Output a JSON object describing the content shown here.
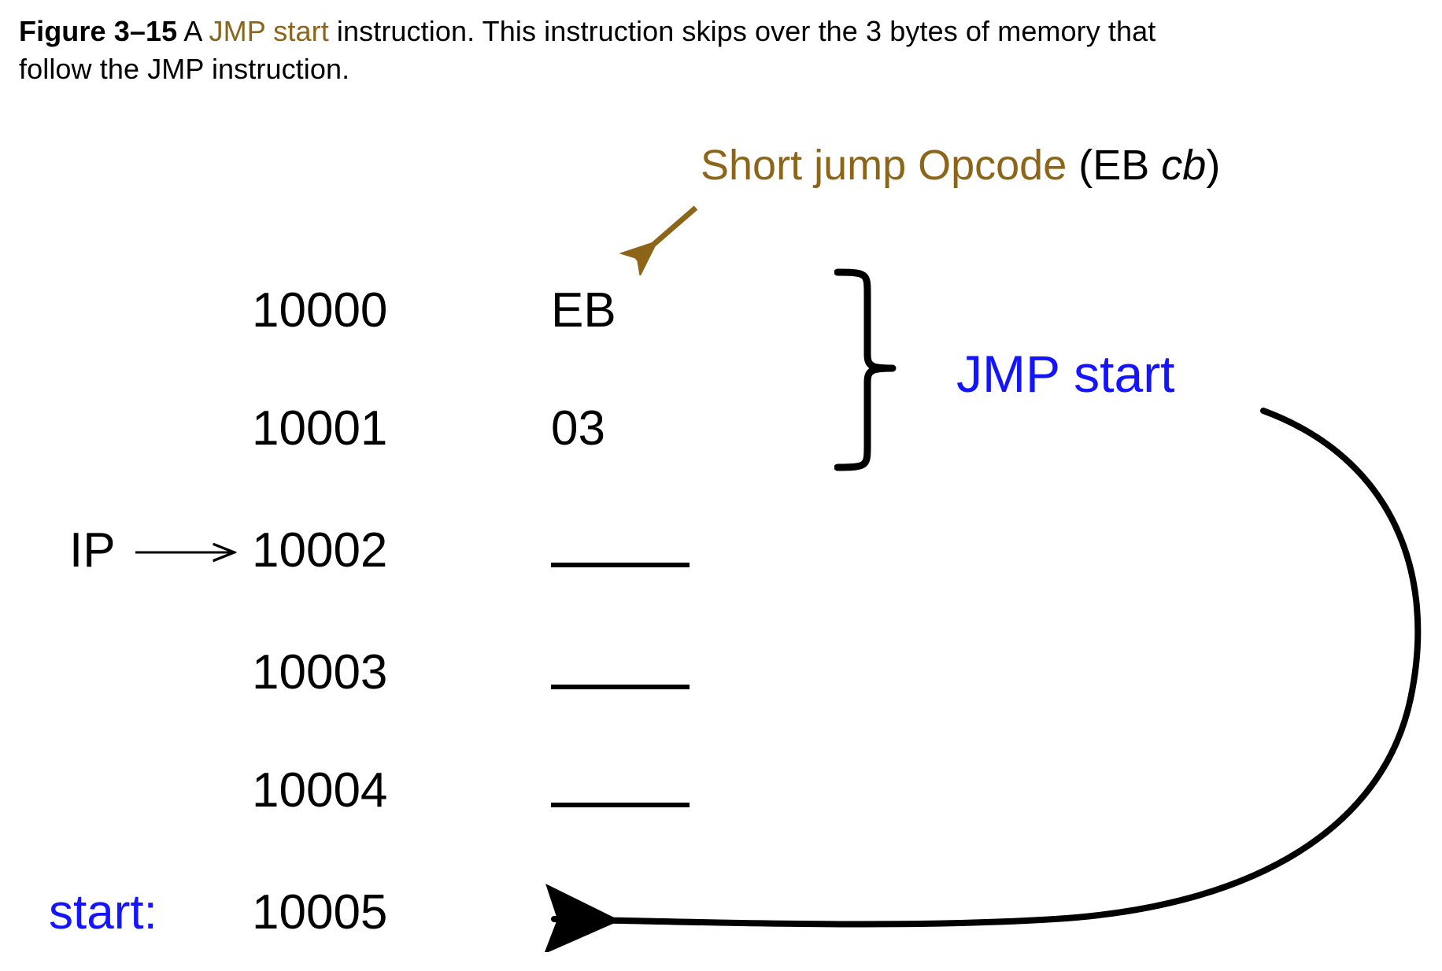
{
  "figure": {
    "number_label": "Figure 3–15",
    "caption_part1": " A ",
    "caption_highlight": "JMP start",
    "caption_part2": "  instruction. This instruction skips over the 3 bytes of memory that follow the JMP instruction."
  },
  "annotations": {
    "opcode_note_gold": "Short jump Opcode",
    "opcode_note_black_open": " (EB ",
    "opcode_note_italic": "cb",
    "opcode_note_black_close": ")",
    "instruction_label": "JMP  start",
    "ip_register_label": "IP",
    "start_label": "start:"
  },
  "memory": {
    "rows": [
      {
        "address": "10000",
        "value": "EB",
        "is_dash": false
      },
      {
        "address": "10001",
        "value": "03",
        "is_dash": false
      },
      {
        "address": "10002",
        "value": "",
        "is_dash": true
      },
      {
        "address": "10003",
        "value": "",
        "is_dash": true
      },
      {
        "address": "10004",
        "value": "",
        "is_dash": true
      },
      {
        "address": "10005",
        "value": "",
        "is_dash": false
      }
    ]
  },
  "colors": {
    "gold": "#8c6518",
    "blue": "#1414ff",
    "black": "#000000",
    "background": "#ffffff"
  }
}
